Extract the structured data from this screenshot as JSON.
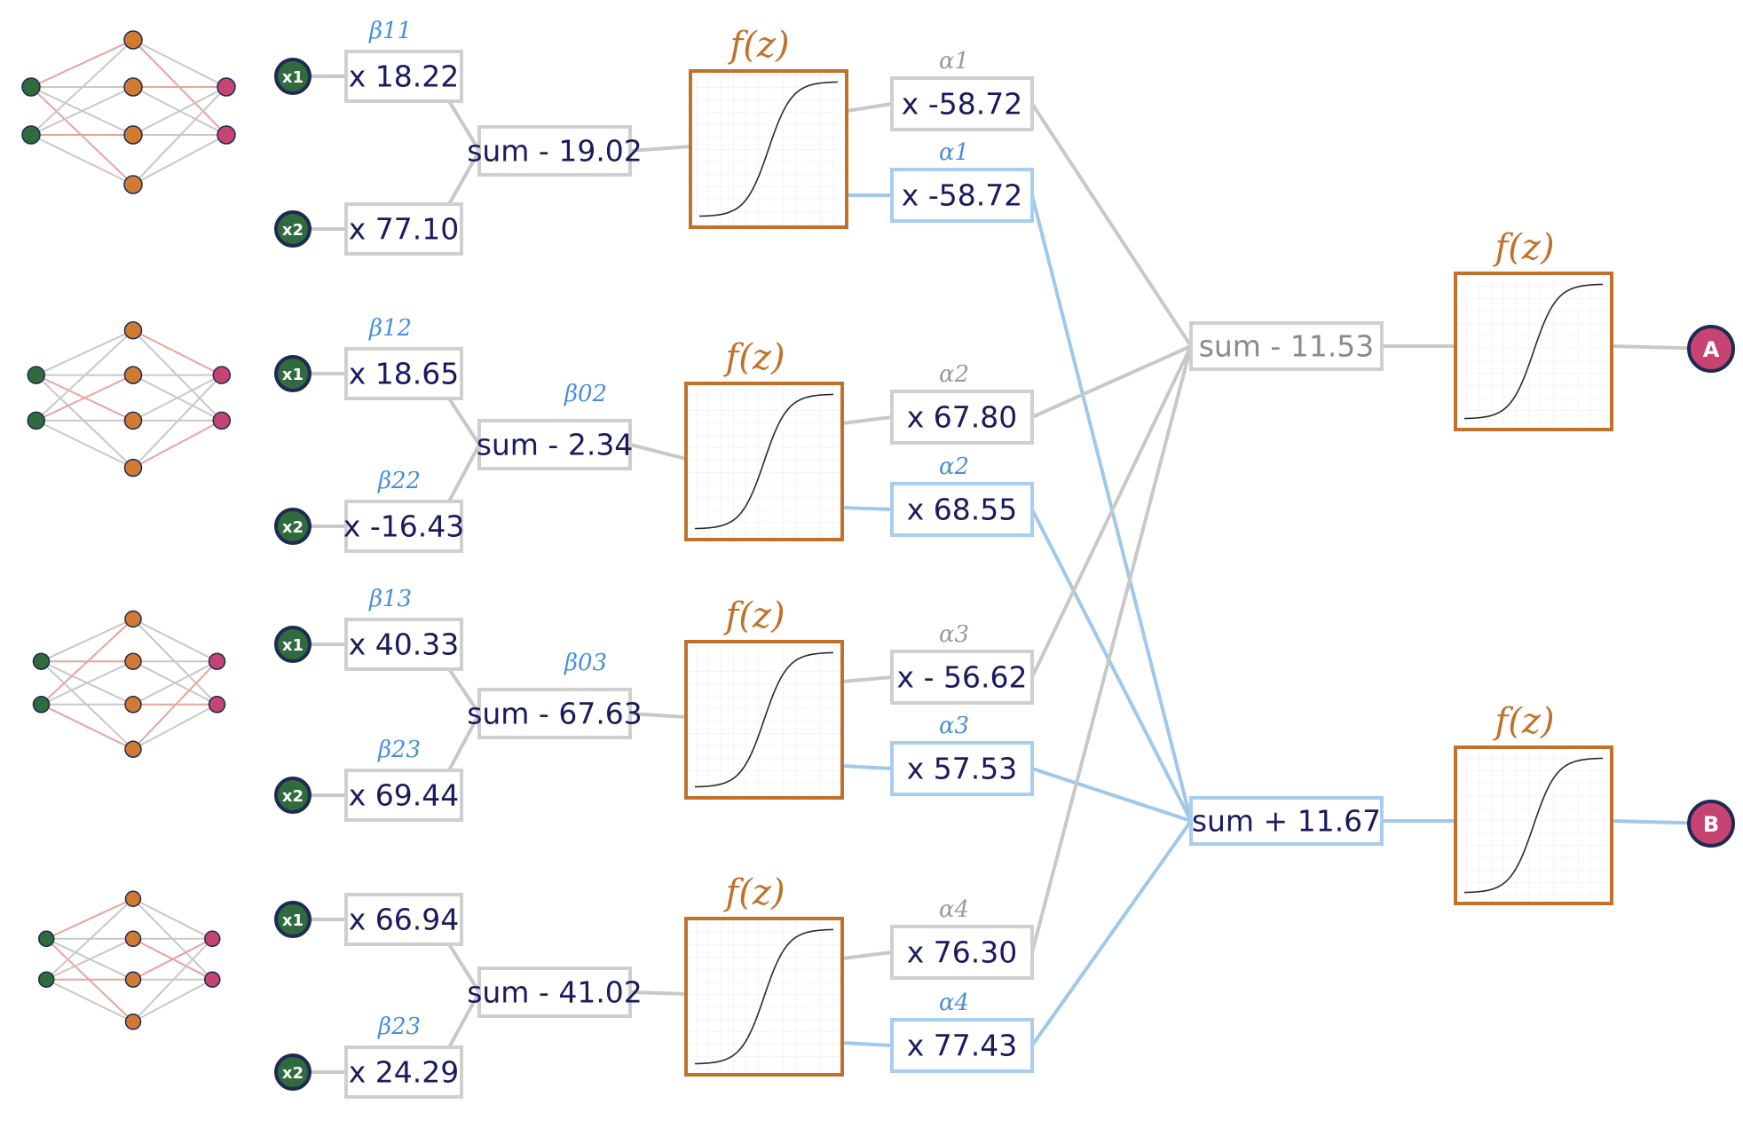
{
  "colors": {
    "input_node": "#2f6b3c",
    "hidden_node": "#d17b32",
    "output_node": "#c54471",
    "gray_line": "#c8c8c8",
    "blue_line": "#9fc8ea",
    "red_line": "#e9a39d",
    "sigmoid_box": "#c0722a",
    "gray_box": "#cfcfcf",
    "blue_box": "#a8cdee"
  },
  "function_label": "f(z)",
  "rows": [
    {
      "input_labels": [
        "x1",
        "x2"
      ],
      "beta_labels": [
        "β11",
        ""
      ],
      "weights": [
        "x 18.22",
        "x 77.10"
      ],
      "bias_label": "",
      "sum": "sum - 19.02",
      "alpha_labels": [
        "α1",
        "α1"
      ],
      "alpha_weights": [
        "x -58.72",
        "x -58.72"
      ]
    },
    {
      "input_labels": [
        "x1",
        "x2"
      ],
      "beta_labels": [
        "β12",
        "β22"
      ],
      "weights": [
        "x 18.65",
        "x -16.43"
      ],
      "bias_label": "β02",
      "sum": "sum - 2.34",
      "alpha_labels": [
        "α2",
        "α2"
      ],
      "alpha_weights": [
        "x 67.80",
        "x 68.55"
      ]
    },
    {
      "input_labels": [
        "x1",
        "x2"
      ],
      "beta_labels": [
        "β13",
        "β23"
      ],
      "weights": [
        "x 40.33",
        "x 69.44"
      ],
      "bias_label": "β03",
      "sum": "sum - 67.63",
      "alpha_labels": [
        "α3",
        "α3"
      ],
      "alpha_weights": [
        "x - 56.62",
        "x 57.53"
      ]
    },
    {
      "input_labels": [
        "x1",
        "x2"
      ],
      "beta_labels": [
        "",
        "β23"
      ],
      "weights": [
        "x 66.94",
        "x 24.29"
      ],
      "bias_label": "",
      "sum": "sum - 41.02",
      "alpha_labels": [
        "α4",
        "α4"
      ],
      "alpha_weights": [
        "x 76.30",
        "x 77.43"
      ]
    }
  ],
  "outputs": [
    {
      "sum": "sum - 11.53",
      "label": "A"
    },
    {
      "sum": "sum + 11.67",
      "label": "B"
    }
  ]
}
